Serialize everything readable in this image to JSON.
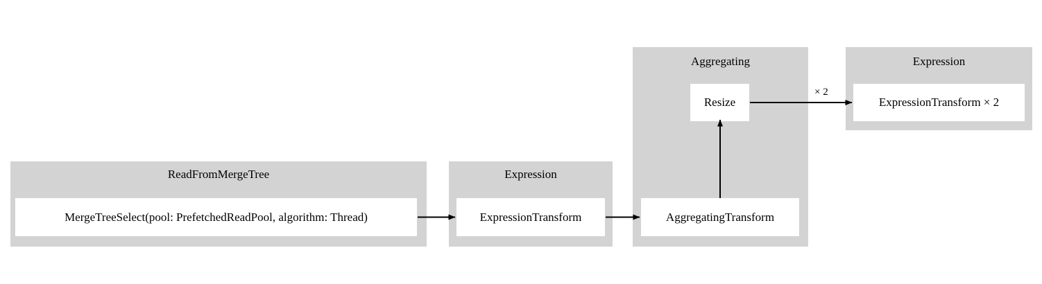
{
  "diagram": {
    "type": "pipeline-flow-graph",
    "background": "#ffffff",
    "cluster_color": "#d3d3d3",
    "node_color": "#ffffff",
    "edge_color": "#000000",
    "clusters": [
      {
        "id": "read-from-merge-tree",
        "title": "ReadFromMergeTree",
        "nodes": [
          {
            "id": "merge-tree-select",
            "label": "MergeTreeSelect(pool: PrefetchedReadPool, algorithm: Thread)"
          }
        ]
      },
      {
        "id": "expression-1",
        "title": "Expression",
        "nodes": [
          {
            "id": "expression-transform-1",
            "label": "ExpressionTransform"
          }
        ]
      },
      {
        "id": "aggregating",
        "title": "Aggregating",
        "nodes": [
          {
            "id": "resize",
            "label": "Resize"
          },
          {
            "id": "aggregating-transform",
            "label": "AggregatingTransform"
          }
        ]
      },
      {
        "id": "expression-2",
        "title": "Expression",
        "nodes": [
          {
            "id": "expression-transform-2",
            "label": "ExpressionTransform × 2"
          }
        ]
      }
    ],
    "edges": [
      {
        "id": "edge-merge-to-expression",
        "from": "merge-tree-select",
        "to": "expression-transform-1",
        "label": ""
      },
      {
        "id": "edge-expression-to-aggregating",
        "from": "expression-transform-1",
        "to": "aggregating-transform",
        "label": ""
      },
      {
        "id": "edge-aggregating-to-resize",
        "from": "aggregating-transform",
        "to": "resize",
        "label": ""
      },
      {
        "id": "edge-resize-to-expression2",
        "from": "resize",
        "to": "expression-transform-2",
        "label": "× 2"
      }
    ]
  }
}
